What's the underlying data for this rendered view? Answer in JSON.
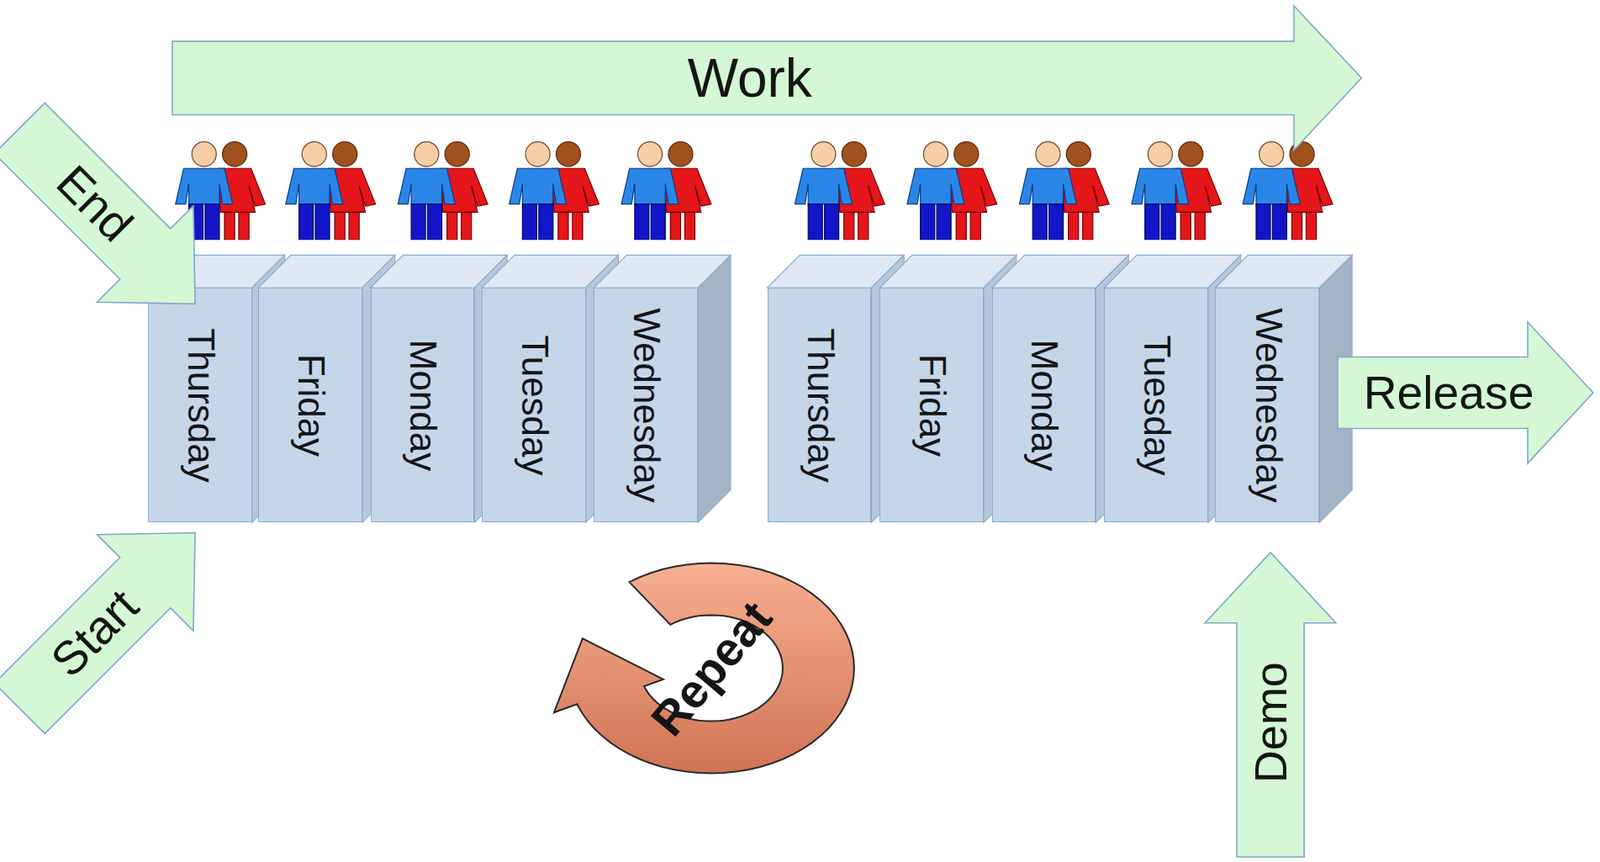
{
  "diagram": {
    "nodes": [
      {
        "text": [
          "Work"
        ]
      },
      {
        "text": [
          "End"
        ]
      },
      {
        "text": [
          "Thursday"
        ]
      },
      {
        "text": [
          "Friday"
        ]
      },
      {
        "text": [
          "Monday"
        ]
      },
      {
        "text": [
          "Tuesday"
        ]
      },
      {
        "text": [
          "Wednesday"
        ]
      },
      {
        "text": [
          "Thursday"
        ]
      },
      {
        "text": [
          "Friday"
        ]
      },
      {
        "text": [
          "Monday"
        ]
      },
      {
        "text": [
          "Tuesday"
        ]
      },
      {
        "text": [
          "Wednesday"
        ]
      },
      {
        "text": [
          "Release"
        ]
      },
      {
        "text": [
          "Start"
        ]
      },
      {
        "text": [
          "Repeat"
        ]
      },
      {
        "text": [
          "Demo"
        ]
      }
    ]
  }
}
